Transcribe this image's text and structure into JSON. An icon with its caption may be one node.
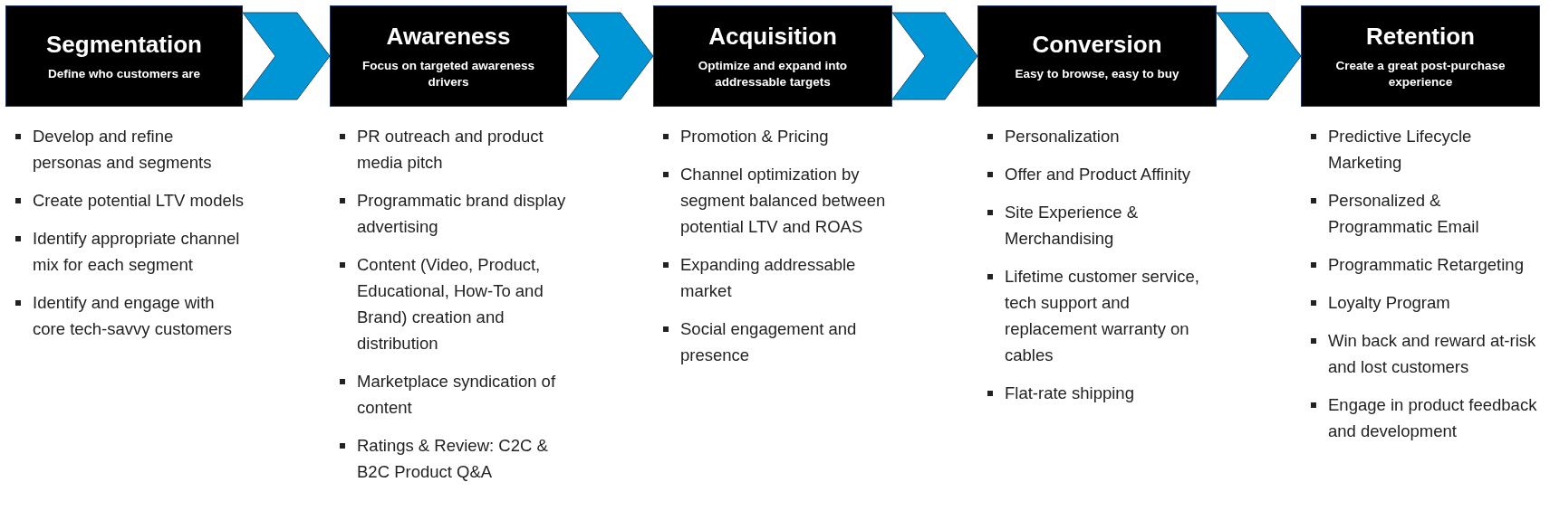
{
  "diagram": {
    "nodes": [
      {
        "text": [
          "Segmentation",
          "Define who customers are"
        ],
        "beside": [
          "Develop and refine personas and segments",
          "Create potential LTV models",
          "Identify appropriate channel mix for each segment",
          "Identify and engage with core tech-savvy customers"
        ]
      },
      {
        "text": [
          "Awareness",
          "Focus on targeted awareness drivers"
        ],
        "beside": [
          "PR outreach and product media pitch",
          "Programmatic brand display advertising",
          "Content (Video, Product, Educational, How-To and Brand) creation and distribution",
          "Marketplace syndication of content",
          "Ratings & Review: C2C & B2C Product Q&A"
        ]
      },
      {
        "text": [
          "Acquisition",
          "Optimize and expand into addressable targets"
        ],
        "beside": [
          "Promotion & Pricing",
          "Channel optimization by segment balanced between potential LTV and ROAS",
          "Expanding addressable market",
          "Social engagement and presence"
        ]
      },
      {
        "text": [
          "Conversion",
          "Easy to browse, easy to buy"
        ],
        "beside": [
          "Personalization",
          "Offer and Product Affinity",
          "Site Experience & Merchandising",
          "Lifetime customer service, tech support and replacement warranty on cables",
          "Flat-rate shipping"
        ]
      },
      {
        "text": [
          "Retention",
          "Create a great post-purchase experience"
        ],
        "beside": [
          "Predictive Lifecycle Marketing",
          "Personalized & Programmatic Email",
          "Programmatic Retargeting",
          "Loyalty Program",
          "Win back and reward at-risk and lost customers",
          "Engage in product feedback and development"
        ]
      }
    ],
    "edges": [
      {
        "from": 0,
        "to": 1,
        "arrow": "to"
      },
      {
        "from": 1,
        "to": 2,
        "arrow": "to"
      },
      {
        "from": 2,
        "to": 3,
        "arrow": "to"
      },
      {
        "from": 3,
        "to": 4,
        "arrow": "to"
      }
    ]
  }
}
